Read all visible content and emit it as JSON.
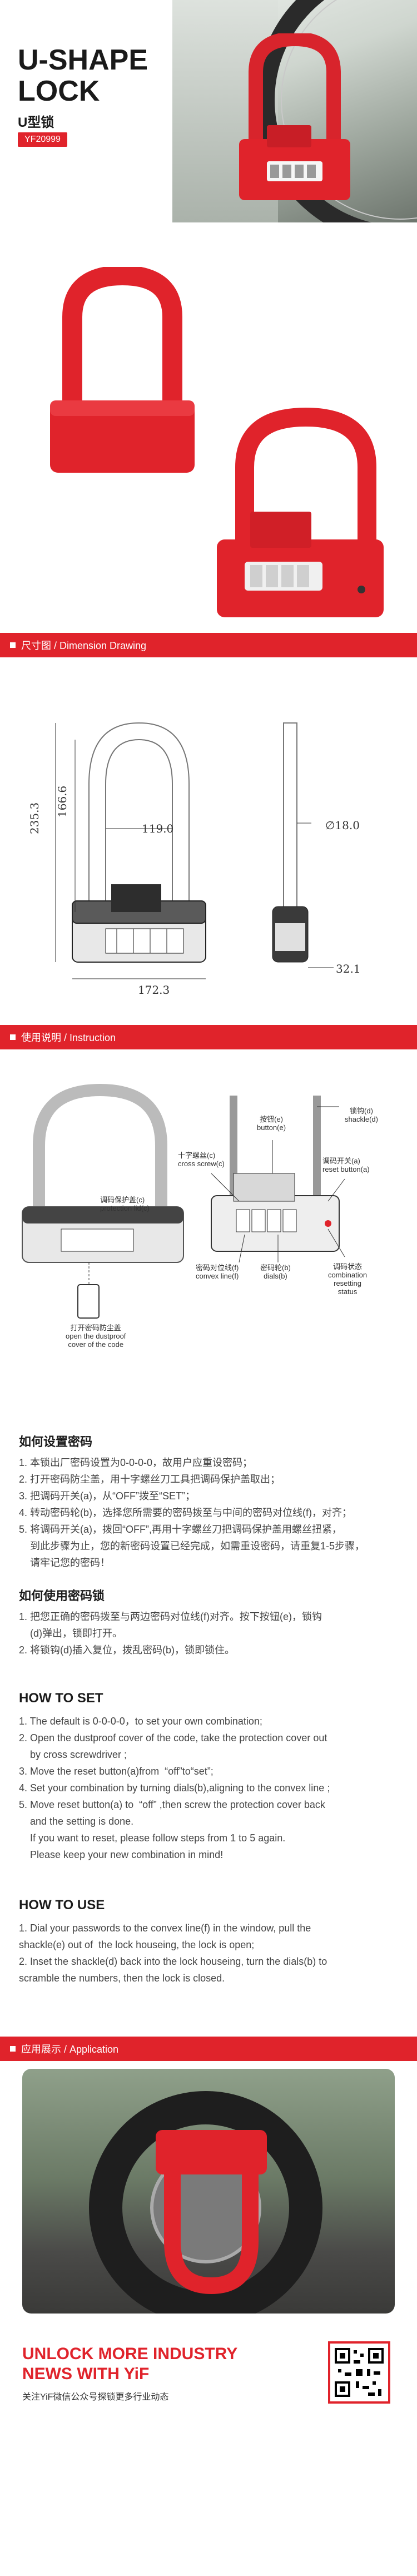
{
  "hero": {
    "title_en_line1": "U-SHAPE",
    "title_en_line2": "LOCK",
    "title_cn": "U型锁",
    "model": "YF20999"
  },
  "sections": {
    "dimension": "尺寸图 / Dimension Drawing",
    "instruction": "使用说明 / Instruction",
    "application": "应用展示 / Application"
  },
  "dimensions": {
    "inner_width": "119.0",
    "height_total": "235.3",
    "height_inner": "166.6",
    "diameter": "∅18.0",
    "body_width": "172.3",
    "depth": "32.1"
  },
  "diagram_labels": {
    "button": [
      "按钮(e)",
      "button(e)"
    ],
    "shackle": [
      "锁钩(d)",
      "shackle(d)"
    ],
    "cross_screw": [
      "十字螺丝(c)",
      "cross screw(c)"
    ],
    "reset_button": [
      "调码开关(a)",
      "reset button(a)"
    ],
    "protection_lid": [
      "调码保护盖(c)",
      "protection lid(c)"
    ],
    "convex_line": [
      "密码对位线(f)",
      "convex line(f)"
    ],
    "dials": [
      "密码轮(b)",
      "dials(b)"
    ],
    "reset_status": [
      "调码状态",
      "combination",
      "resetting",
      "status"
    ],
    "dustproof": [
      "打开密码防尘盖",
      "open the dustproof",
      "cover of the code"
    ]
  },
  "cn_set": {
    "heading": "如何设置密码",
    "steps": [
      "1. 本锁出厂密码设置为0-0-0-0，故用户应重设密码；",
      "2. 打开密码防尘盖，用十字螺丝刀工具把调码保护盖取出；",
      "3. 把调码开关(a)，从“OFF”拨至“SET”；",
      "4. 转动密码轮(b)，选择您所需要的密码拨至与中间的密码对位线(f)，对齐；",
      "5. 将调码开关(a)，拨回“OFF”,再用十字螺丝刀把调码保护盖用螺丝扭紧，",
      "    到此步骤为止，您的新密码设置已经完成，如需重设密码，请重复1-5步骤，",
      "    请牢记您的密码！"
    ]
  },
  "cn_use": {
    "heading": "如何使用密码锁",
    "steps": [
      "1. 把您正确的密码拨至与两边密码对位线(f)对齐。按下按钮(e)，锁钩",
      "    (d)弹出，锁即打开。",
      "2. 将锁钩(d)插入复位，拨乱密码(b)，锁即锁住。"
    ]
  },
  "en_set": {
    "heading": "HOW TO SET",
    "steps": [
      "1. The default is 0-0-0-0，to set your own combination;",
      "2. Open the dustproof cover of the code, take the protection cover out",
      "    by cross screwdriver ;",
      "3. Move the reset button(a)from  “off”to“set”;",
      "4. Set your combination by turning dials(b),aligning to the convex line ;",
      "5. Move reset button(a) to  “off” ,then screw the protection cover back",
      "    and the setting is done.",
      "    If you want to reset, please follow steps from 1 to 5 again.",
      "    Please keep your new combination in mind!"
    ]
  },
  "en_use": {
    "heading": "HOW TO USE",
    "steps": [
      "1. Dial your passwords to the convex line(f) in the window, pull the",
      "shackle(e) out of  the lock houseing, the lock is open;",
      "2. Inset the shackle(d) back into the lock houseing, turn the dials(b) to",
      "scramble the numbers, then the lock is closed."
    ]
  },
  "footer": {
    "line1": "UNLOCK MORE INDUSTRY",
    "line2": "NEWS WITH YiF",
    "cn": "关注YiF微信公众号探锁更多行业动态"
  },
  "colors": {
    "accent": "#e0232b"
  }
}
